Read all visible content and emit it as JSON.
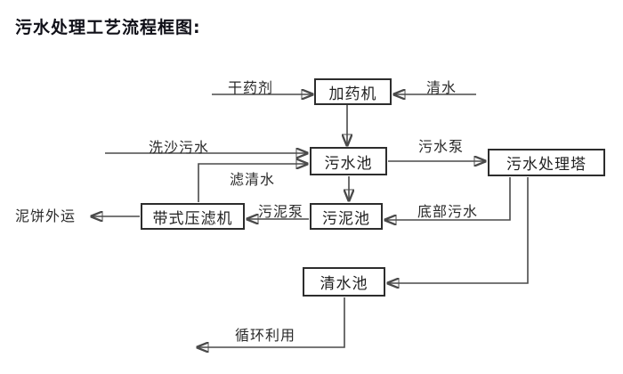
{
  "title": "污水处理工艺流程框图:",
  "colors": {
    "background": "#ffffff",
    "text": "#1f1f1f",
    "box_border": "#2d2d2d",
    "line": "#4a4a4a",
    "arrowhead": "#1c1c1c"
  },
  "nodes": {
    "dosing_machine": "加药机",
    "sewage_pool": "污水池",
    "treatment_tower": "污水处理塔",
    "sludge_pool": "污泥池",
    "belt_filter_press": "带式压滤机",
    "clean_water_pool": "清水池"
  },
  "flow_labels": {
    "dry_agent": "干药剂",
    "clean_water": "清水",
    "sand_washing_sewage": "洗沙污水",
    "filtered_water": "滤清水",
    "sewage_pump": "污水泵",
    "sludge_pump": "污泥泵",
    "bottom_sewage": "底部污水",
    "mud_cake_out": "泥饼外运",
    "recycle": "循环利用"
  }
}
